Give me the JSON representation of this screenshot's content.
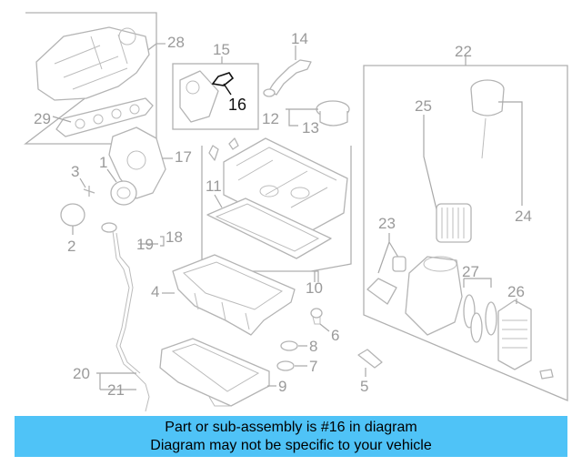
{
  "callouts": {
    "c1": "1",
    "c2": "2",
    "c3": "3",
    "c4": "4",
    "c5": "5",
    "c6": "6",
    "c7": "7",
    "c8": "8",
    "c9": "9",
    "c10": "10",
    "c11": "11",
    "c12": "12",
    "c13": "13",
    "c14": "14",
    "c15": "15",
    "c16": "16",
    "c17": "17",
    "c18": "18",
    "c19": "19",
    "c20": "20",
    "c21": "21",
    "c22": "22",
    "c23": "23",
    "c24": "24",
    "c25": "25",
    "c26": "26",
    "c27": "27",
    "c28": "28",
    "c29": "29"
  },
  "highlighted_part": "16",
  "colors": {
    "banner": "#4fc3f7",
    "highlight": "#111111",
    "drawing": "#b4b4b4"
  },
  "banner": {
    "line1": "Part or sub-assembly is #16 in diagram",
    "line2": "Diagram may not be specific to your vehicle"
  }
}
